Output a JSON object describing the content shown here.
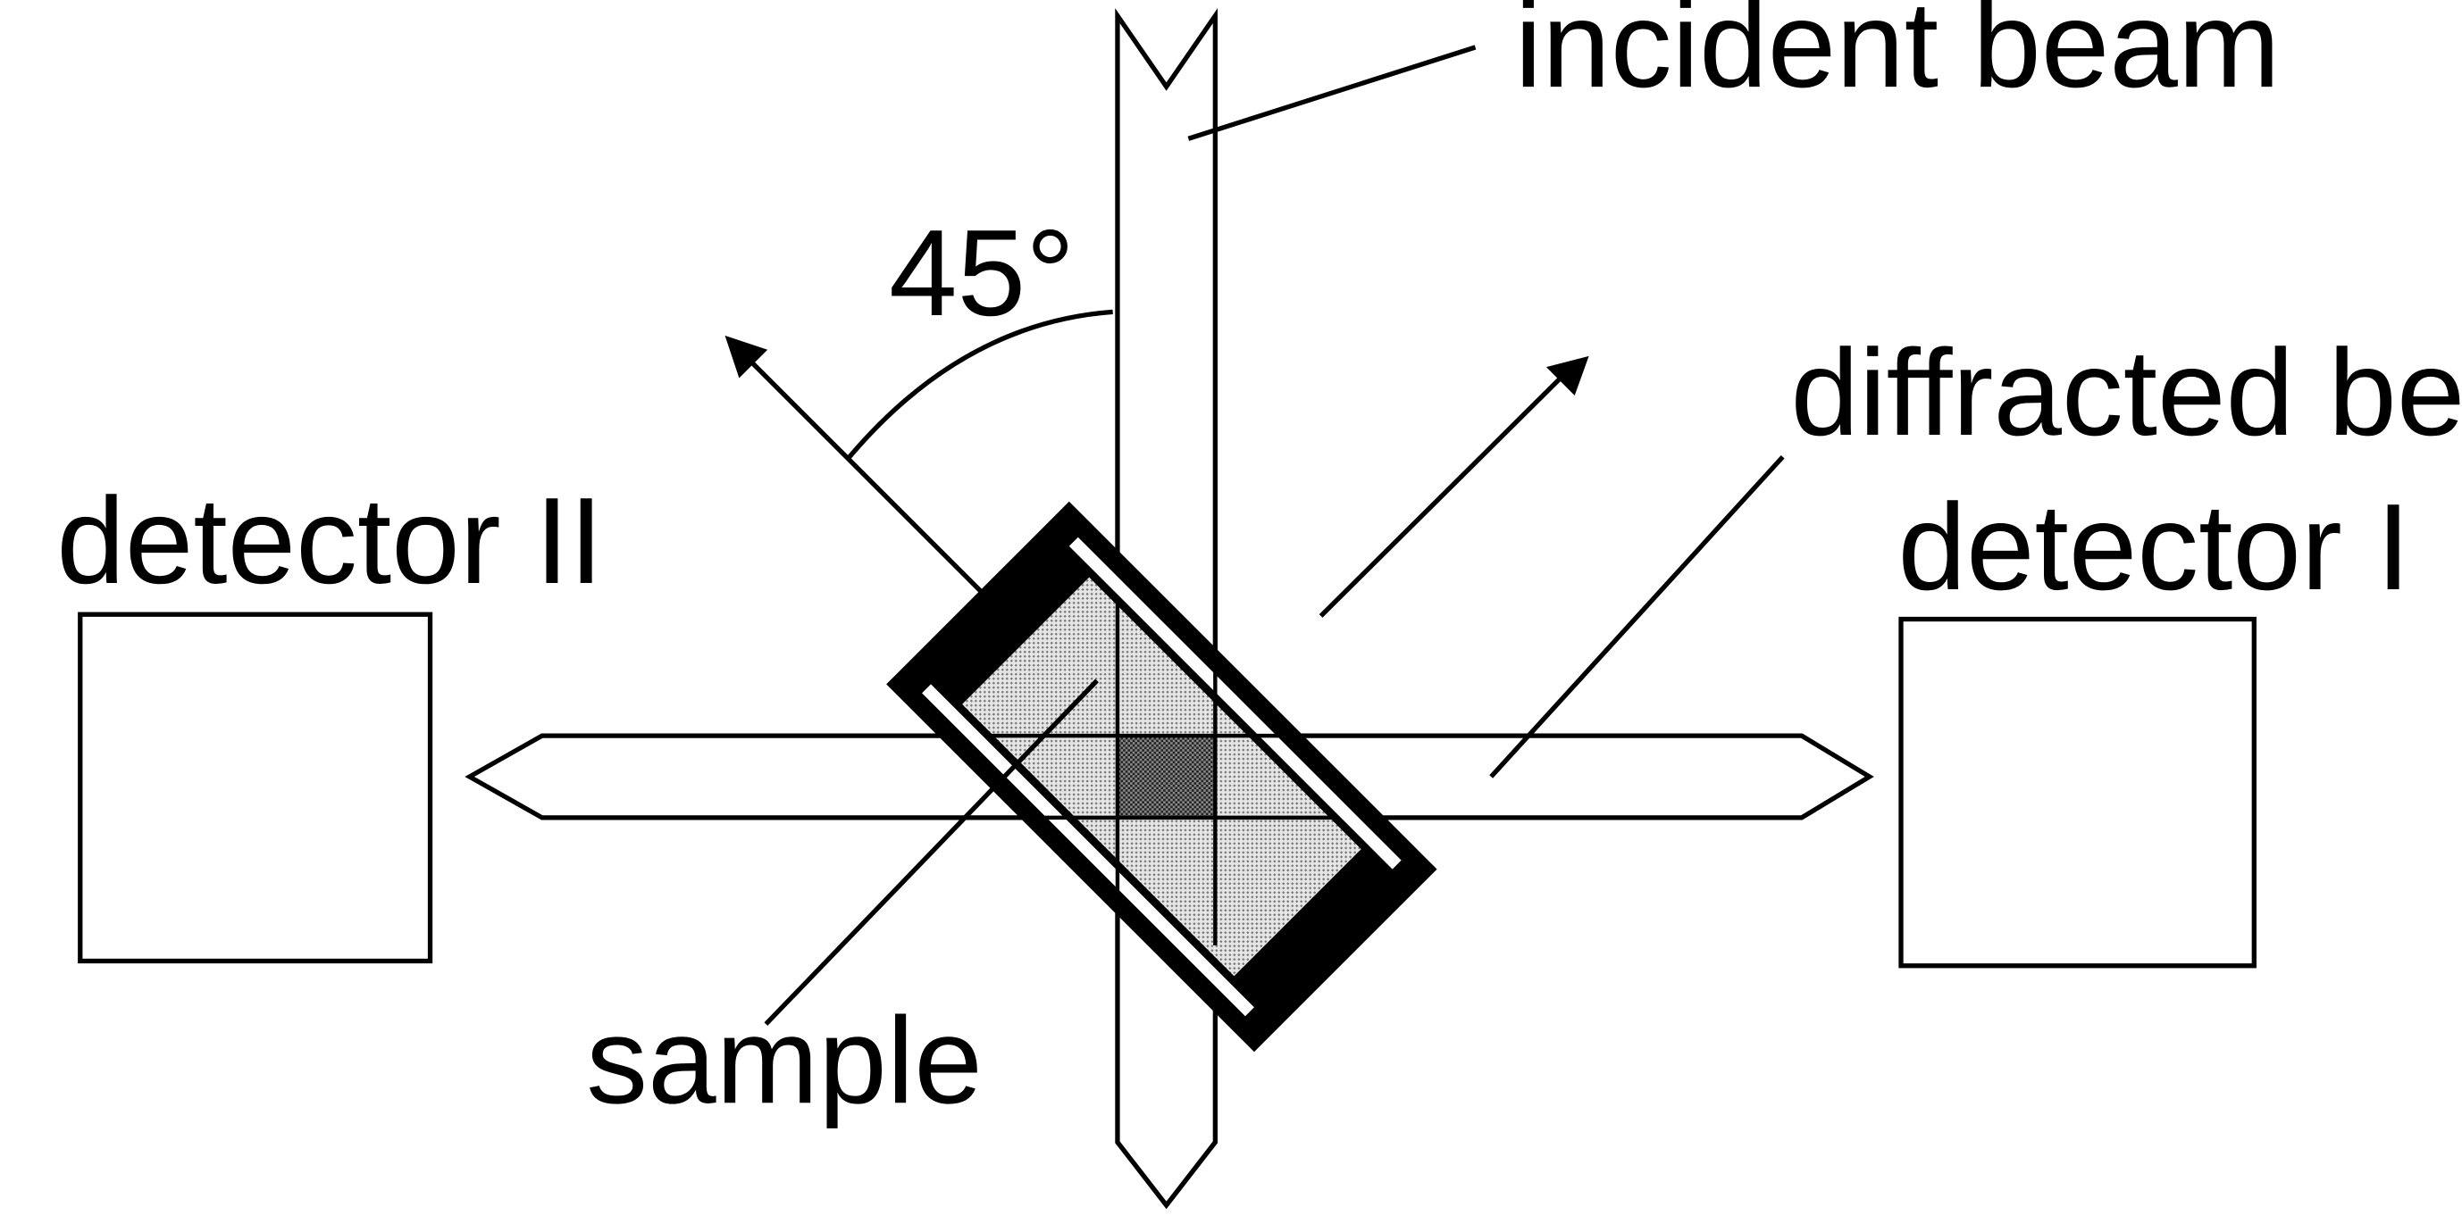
{
  "labels": {
    "incident_beam": "incident beam",
    "diffracted_beam": "diffracted beam",
    "detector_1": "detector I",
    "detector_2": "detector II",
    "sample": "sample",
    "angle": "45°"
  },
  "colors": {
    "ink": "#000000",
    "background": "#ffffff",
    "sample_fill": "#cfcfcf",
    "sample_overlap": "#555555"
  }
}
